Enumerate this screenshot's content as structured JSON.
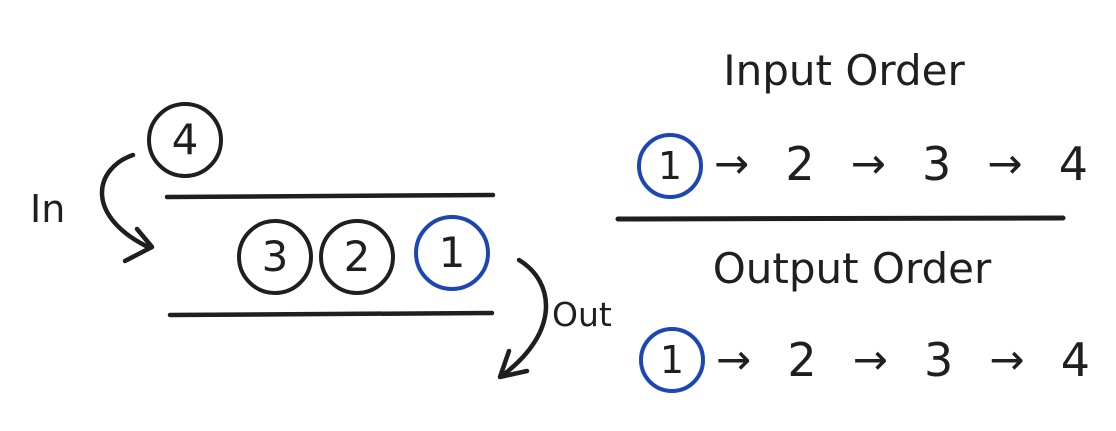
{
  "colors": {
    "ink": "#1f1f1f",
    "highlight_blue": "#1b46b4",
    "background": "#ffffff"
  },
  "queue_diagram": {
    "in_label": "In",
    "out_label": "Out",
    "incoming_item": "4",
    "items": [
      "3",
      "2",
      "1"
    ],
    "highlighted_item": "1"
  },
  "order_panel": {
    "input_heading": "Input Order",
    "output_heading": "Output Order",
    "arrow_glyph": "→",
    "input_sequence": [
      "1",
      "2",
      "3",
      "4"
    ],
    "output_sequence": [
      "1",
      "2",
      "3",
      "4"
    ]
  }
}
